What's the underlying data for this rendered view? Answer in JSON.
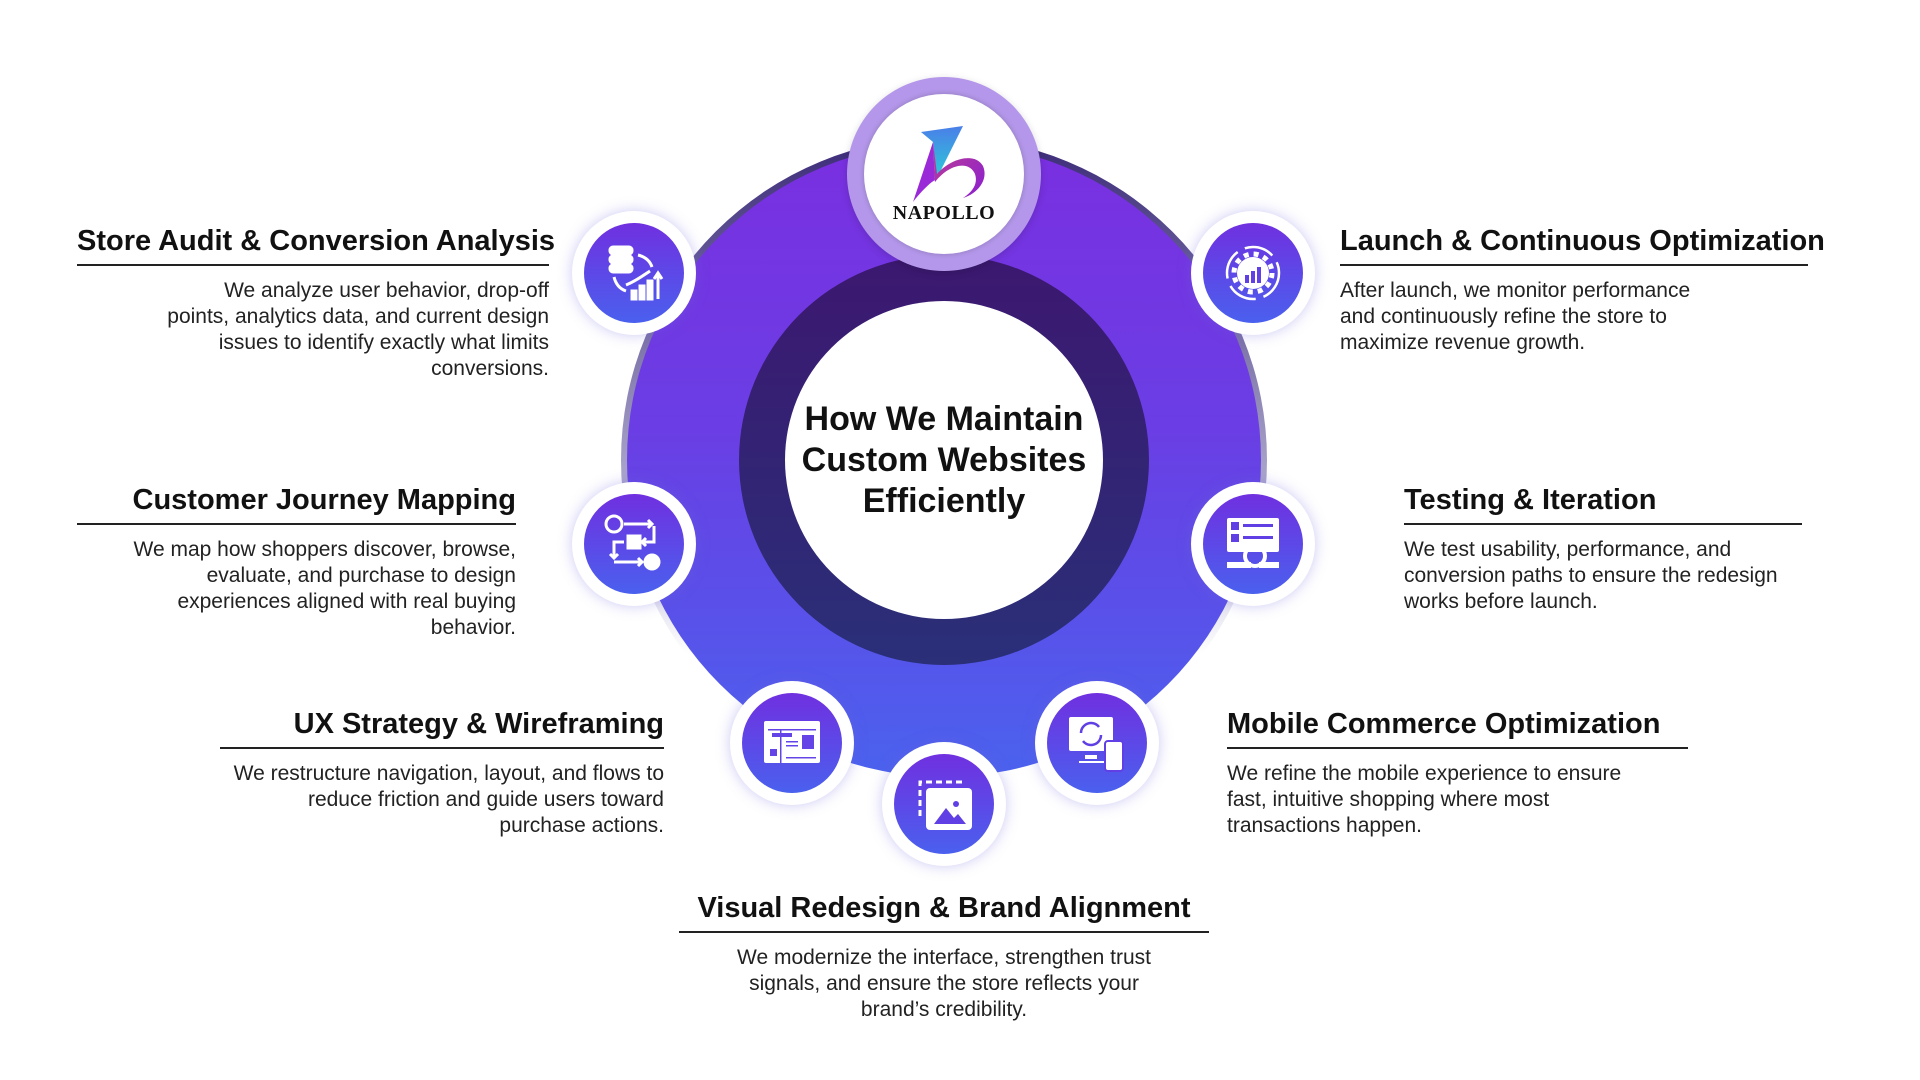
{
  "logo": {
    "text": "NAPOLLO"
  },
  "center": {
    "line1": "How We Maintain",
    "line2": "Custom Websites",
    "line3": "Efficiently"
  },
  "colors": {
    "ring_top": "#7a2fe0",
    "ring_bottom": "#4a62ee",
    "core_dark": "#2a2f78",
    "halo": "#b497ea"
  },
  "steps": [
    {
      "title": "Store Audit & Conversion Analysis",
      "body": "We analyze user behavior, drop-off points, analytics data, and current design issues to identify exactly what limits conversions.",
      "icon": "database-analytics-icon"
    },
    {
      "title": "Customer Journey Mapping",
      "body": "We map how shoppers discover, browse, evaluate, and purchase to design experiences aligned with real buying behavior.",
      "icon": "journey-flow-icon"
    },
    {
      "title": "UX Strategy & Wireframing",
      "body": "We restructure navigation, layout, and flows to reduce friction and guide users toward purchase actions.",
      "icon": "wireframe-icon"
    },
    {
      "title": "Visual Redesign & Brand Alignment",
      "body": "We modernize the interface, strengthen trust signals, and ensure the store reflects your brand’s credibility.",
      "icon": "image-window-icon"
    },
    {
      "title": "Mobile Commerce Optimization",
      "body": "We refine the mobile experience to ensure fast, intuitive shopping where most transactions happen.",
      "icon": "devices-sync-icon"
    },
    {
      "title": "Testing & Iteration",
      "body": "We test usability, performance, and conversion paths to ensure the redesign works before launch.",
      "icon": "checklist-test-icon"
    },
    {
      "title": "Launch & Continuous Optimization",
      "body": "After launch, we monitor performance and continuously refine the store to maximize revenue growth.",
      "icon": "gear-growth-icon"
    }
  ]
}
